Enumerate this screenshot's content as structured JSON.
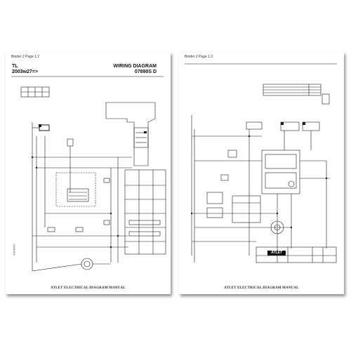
{
  "left_page": {
    "binder_label": "Binder 2   Page 1.2",
    "model": "TL",
    "serial_range": "2003w27=>",
    "diagram_title": "WIRING DIAGRAM",
    "diagram_number": "07890S D",
    "footer": "ATLET ELECTRICAL DIAGRAM MANUAL"
  },
  "right_page": {
    "binder_label": "Binder 2   Page 1.3",
    "logo_text": "ATLET",
    "footer": "ATLET ELECTRICAL DIAGRAM MANUAL"
  },
  "colors": {
    "line": "#1a1a1a",
    "paper": "#ffffff",
    "shadow": "#888888"
  }
}
